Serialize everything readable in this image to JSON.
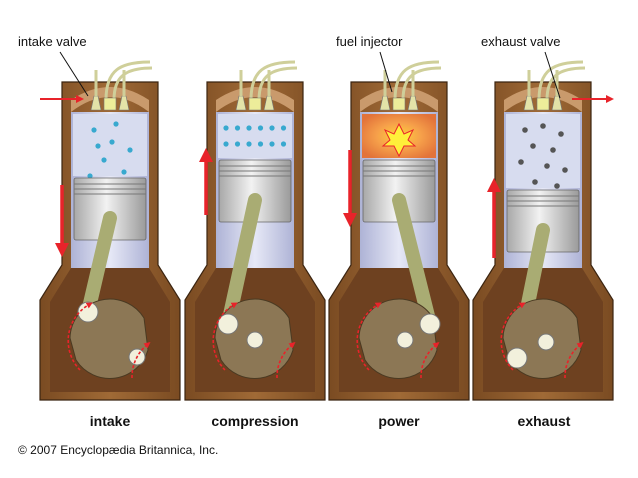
{
  "labels": {
    "intake_valve": "intake valve",
    "fuel_injector": "fuel injector",
    "exhaust_valve": "exhaust valve"
  },
  "stages": [
    {
      "label": "intake"
    },
    {
      "label": "compression"
    },
    {
      "label": "power"
    },
    {
      "label": "exhaust"
    }
  ],
  "copyright": "© 2007 Encyclopædia Britannica, Inc.",
  "colors": {
    "block": "#8a5a2a",
    "crankcase": "#6e4120",
    "cylinder": "#c7cbe3",
    "piston": "#d8d8d8",
    "rod": "#a9ac73",
    "arrow": "#e8232a",
    "intake_particles": "#38a9cf",
    "exhaust_particles": "#555555",
    "combustion": "#f08a3c"
  }
}
